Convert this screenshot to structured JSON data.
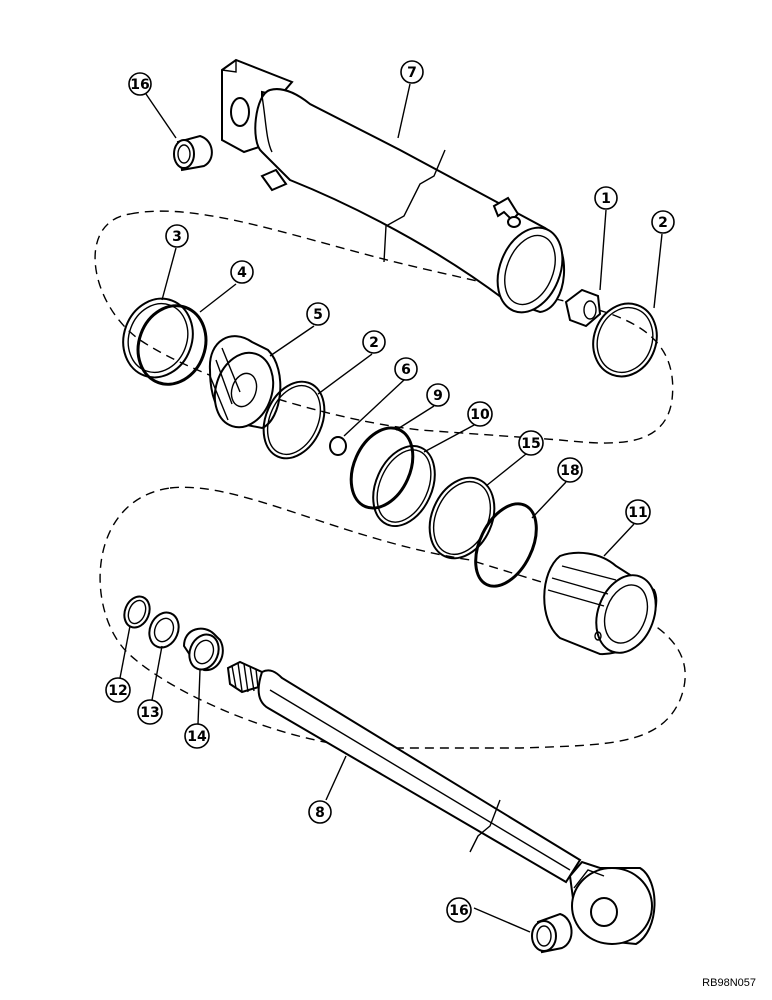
{
  "diagram": {
    "callouts": [
      {
        "id": "c-16a",
        "label": "16"
      },
      {
        "id": "c-7",
        "label": "7"
      },
      {
        "id": "c-1",
        "label": "1"
      },
      {
        "id": "c-2a",
        "label": "2"
      },
      {
        "id": "c-3",
        "label": "3"
      },
      {
        "id": "c-4",
        "label": "4"
      },
      {
        "id": "c-5",
        "label": "5"
      },
      {
        "id": "c-2b",
        "label": "2"
      },
      {
        "id": "c-6",
        "label": "6"
      },
      {
        "id": "c-9",
        "label": "9"
      },
      {
        "id": "c-10",
        "label": "10"
      },
      {
        "id": "c-15",
        "label": "15"
      },
      {
        "id": "c-18",
        "label": "18"
      },
      {
        "id": "c-11",
        "label": "11"
      },
      {
        "id": "c-12",
        "label": "12"
      },
      {
        "id": "c-13",
        "label": "13"
      },
      {
        "id": "c-14",
        "label": "14"
      },
      {
        "id": "c-8",
        "label": "8"
      },
      {
        "id": "c-16b",
        "label": "16"
      }
    ],
    "figure_code": "RB98N057"
  }
}
